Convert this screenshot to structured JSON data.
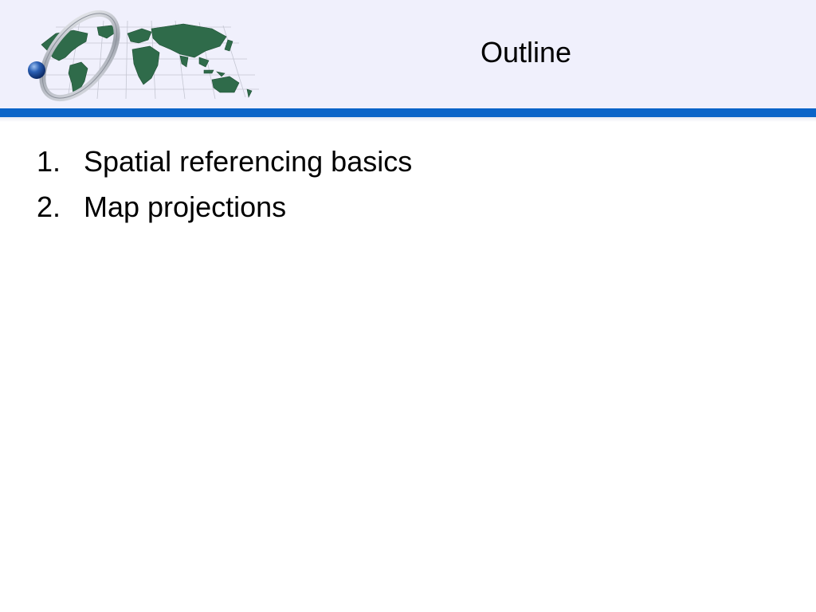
{
  "slide": {
    "title": "Outline",
    "items": [
      {
        "number": "1.",
        "text": "Spatial referencing basics"
      },
      {
        "number": "2.",
        "text": "Map projections"
      }
    ]
  },
  "logo": {
    "icon": "globe-ring-world-map-logo"
  },
  "colors": {
    "header_band": "#f0f0fc",
    "header_rule": "#0a64c8",
    "continents": "#2f6b4a",
    "ring": "#b8bcc4",
    "sphere": "#1e4fa0"
  }
}
